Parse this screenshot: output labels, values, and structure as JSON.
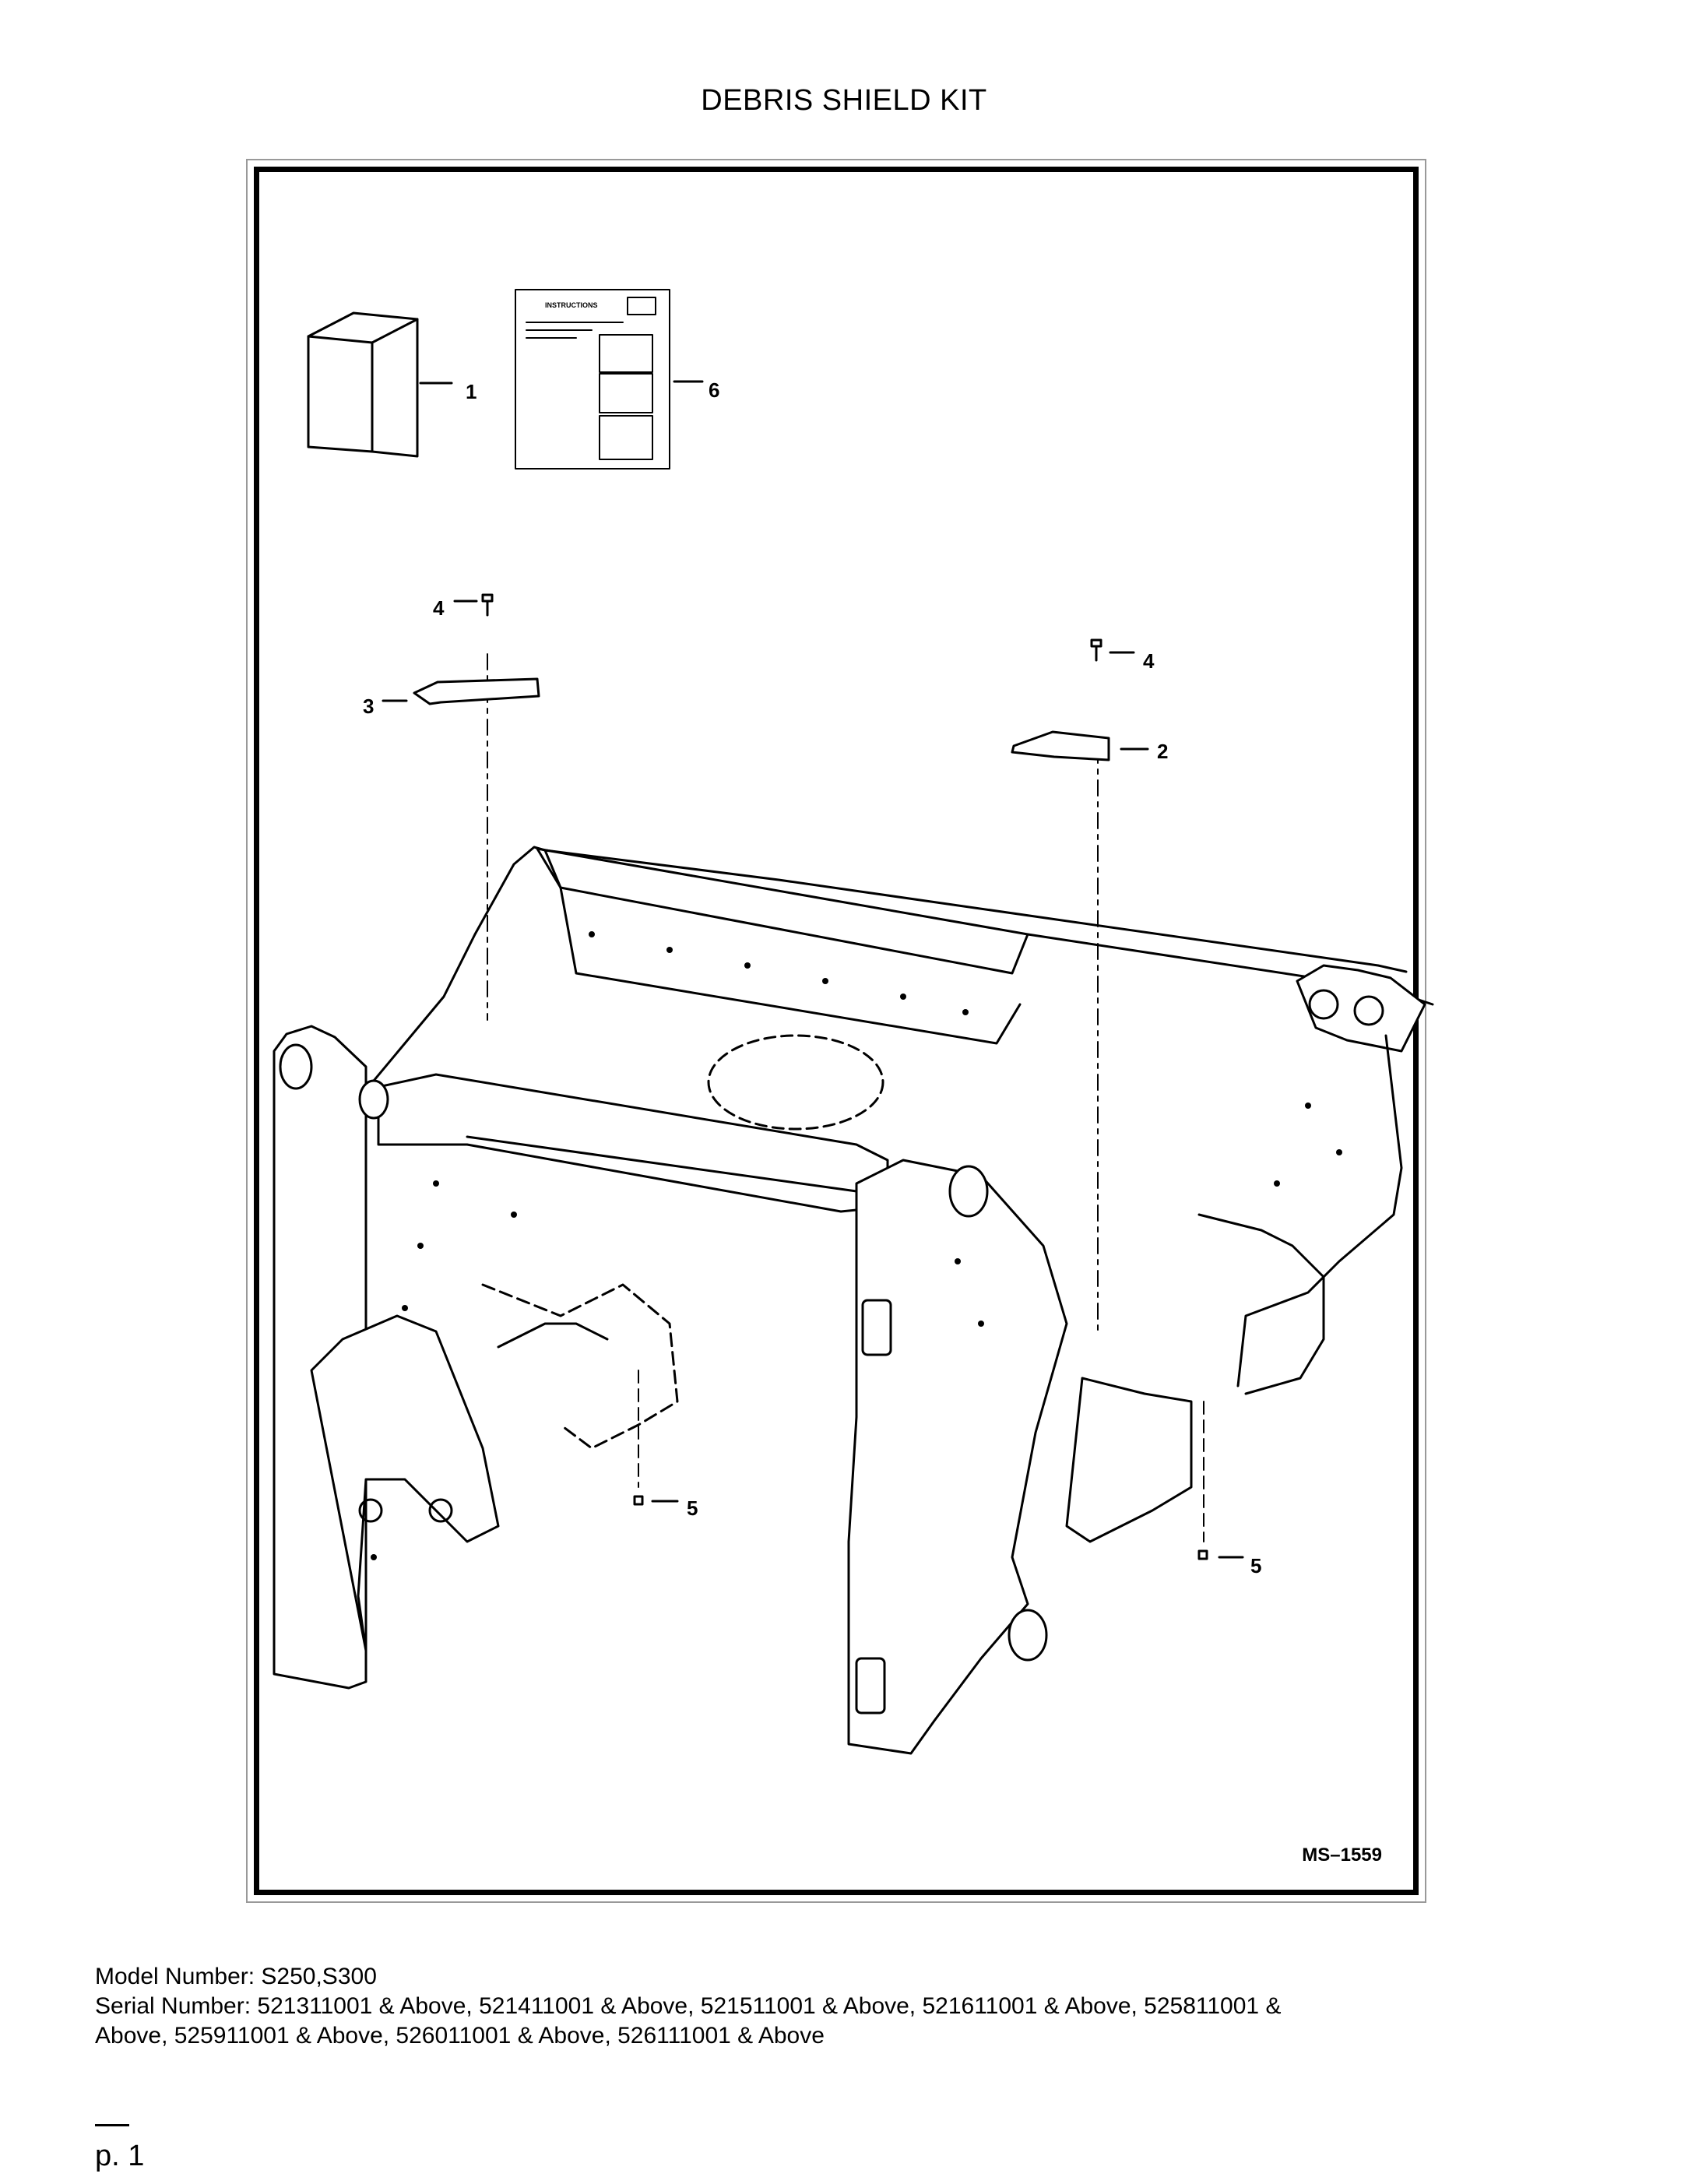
{
  "title": "DEBRIS SHIELD KIT",
  "figure": {
    "id": "MS–1559",
    "callouts": [
      "1",
      "6",
      "4",
      "3",
      "4",
      "2",
      "5",
      "5"
    ],
    "instruction_sheet_header": "INSTRUCTIONS"
  },
  "info": {
    "model": "Model Number: S250,S300",
    "serial_line1": "Serial Number: 521311001 & Above, 521411001 & Above, 521511001 & Above, 521611001 & Above, 525811001 &",
    "serial_line2": "Above, 525911001 & Above, 526011001 & Above, 526111001 & Above"
  },
  "page": {
    "marker": "—",
    "number": "p. 1"
  }
}
